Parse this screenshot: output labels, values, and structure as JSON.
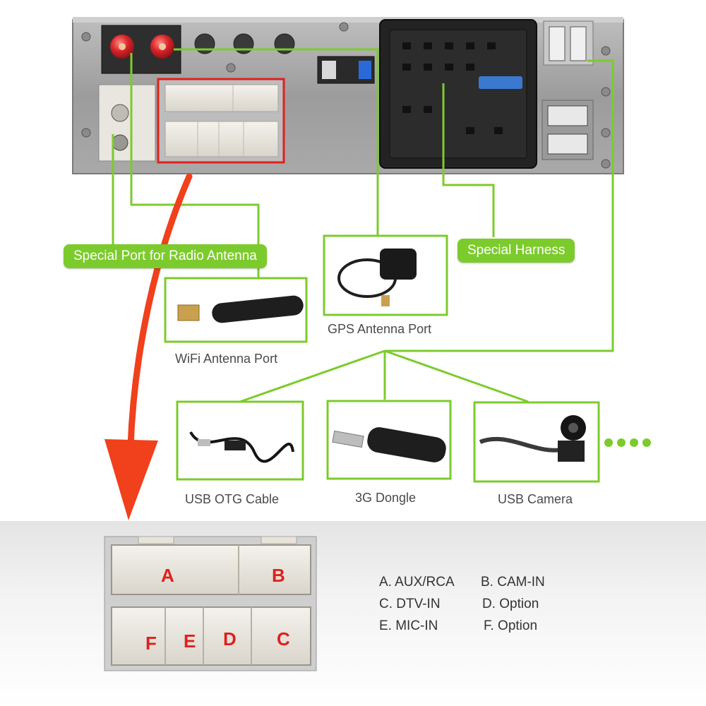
{
  "callouts": {
    "radio_antenna": "Special Port for Radio Antenna",
    "special_harness": "Special Harness"
  },
  "accessories": {
    "wifi": "WiFi Antenna Port",
    "gps": "GPS Antenna Port",
    "usb_otg": "USB OTG Cable",
    "dongle": "3G Dongle",
    "camera": "USB Camera"
  },
  "connector_letters": {
    "a": "A",
    "b": "B",
    "c": "C",
    "d": "D",
    "e": "E",
    "f": "F"
  },
  "legend": {
    "a": "A. AUX/RCA",
    "b": "B. CAM-IN",
    "c": "C. DTV-IN",
    "d": "D. Option",
    "e": "E. MIC-IN",
    "f": "F. Option"
  },
  "colors": {
    "accent_green": "#7ccb2c",
    "arrow_red": "#f0401c",
    "highlight_red": "#e0201c",
    "antenna_red": "#d8242a"
  }
}
